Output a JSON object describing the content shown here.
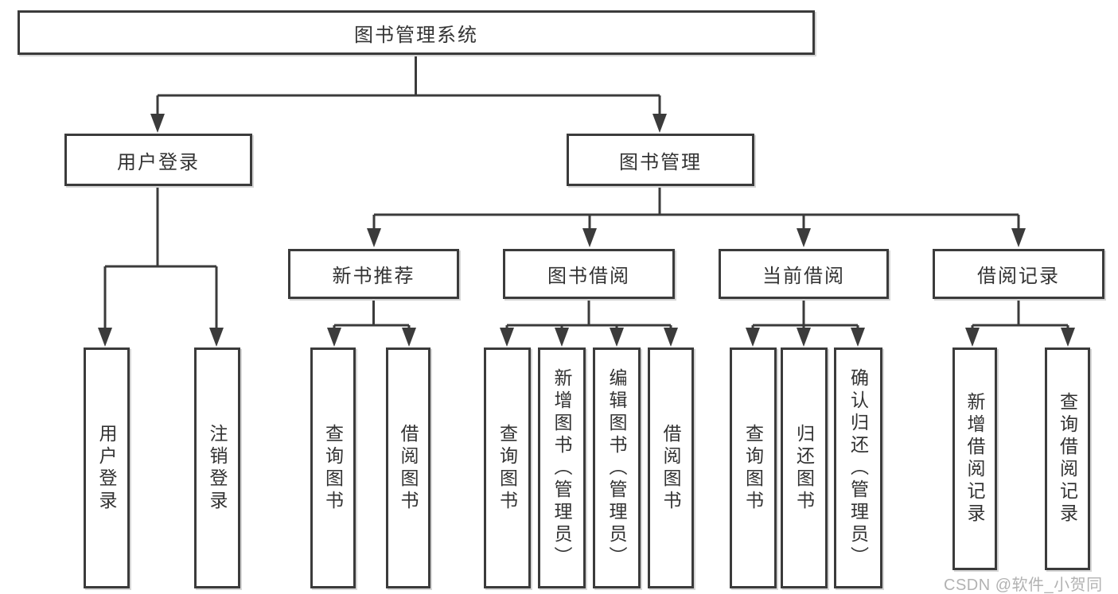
{
  "diagram": {
    "root": {
      "label": "图书管理系统"
    },
    "branches": [
      {
        "label": "用户登录",
        "children": [
          {
            "label": "用户登录"
          },
          {
            "label": "注销登录"
          }
        ]
      },
      {
        "label": "图书管理",
        "children": [
          {
            "label": "新书推荐",
            "children": [
              {
                "label": "查询图书"
              },
              {
                "label": "借阅图书"
              }
            ]
          },
          {
            "label": "图书借阅",
            "children": [
              {
                "label": "查询图书"
              },
              {
                "label": "新增图书（管理员）"
              },
              {
                "label": "编辑图书（管理员）"
              },
              {
                "label": "借阅图书"
              }
            ]
          },
          {
            "label": "当前借阅",
            "children": [
              {
                "label": "查询图书"
              },
              {
                "label": "归还图书"
              },
              {
                "label": "确认归还（管理员）"
              }
            ]
          },
          {
            "label": "借阅记录",
            "children": [
              {
                "label": "新增借阅记录"
              },
              {
                "label": "查询借阅记录"
              }
            ]
          }
        ]
      }
    ]
  },
  "watermark": {
    "text": "CSDN @软件_小贺同学"
  },
  "colors": {
    "line": "#3b3b3b",
    "text": "#333333",
    "box_background": "#ffffff",
    "watermark": "#b2b2b2"
  }
}
